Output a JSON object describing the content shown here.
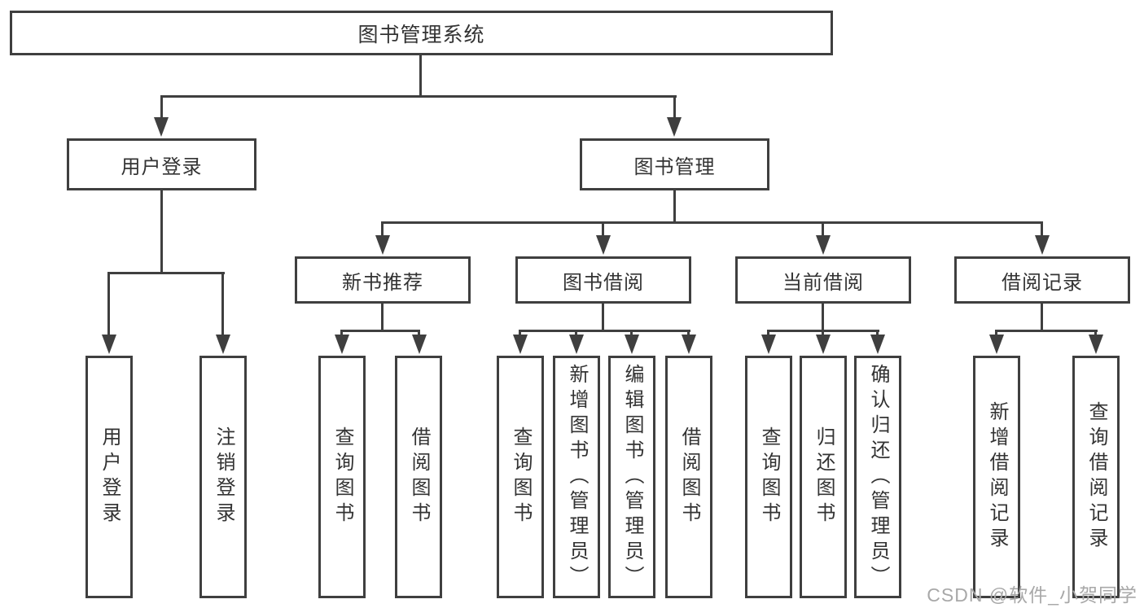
{
  "diagram": {
    "root": "图书管理系统",
    "level2": {
      "user_login": "用户登录",
      "book_mgmt": "图书管理"
    },
    "level3": {
      "new_books": "新书推荐",
      "book_borrow": "图书借阅",
      "current_borrow": "当前借阅",
      "borrow_records": "借阅记录"
    },
    "leaves": {
      "user_login_1": "用户登录",
      "user_login_2": "注销登录",
      "new_books_1": "查询图书",
      "new_books_2": "借阅图书",
      "book_borrow_1": "查询图书",
      "book_borrow_2": "新增图书（管理员）",
      "book_borrow_3": "编辑图书（管理员）",
      "book_borrow_4": "借阅图书",
      "current_borrow_1": "查询图书",
      "current_borrow_2": "归还图书",
      "current_borrow_3": "确认归还（管理员）",
      "borrow_records_1": "新增借阅记录",
      "borrow_records_2": "查询借阅记录"
    },
    "watermark": "CSDN @软件_小贺同学",
    "colors": {
      "line": "#3f3f3f",
      "text": "#333333",
      "watermark": "#a8a8a8",
      "background": "#ffffff"
    }
  }
}
